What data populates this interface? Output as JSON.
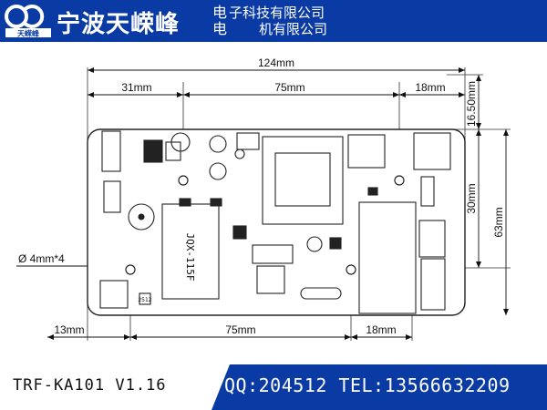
{
  "header": {
    "logo_text": "天嵘峰",
    "company_name": "宁波天嵘峰",
    "dian_1": "电",
    "dian_2": "电",
    "line_1": "子科技有限公司",
    "line_2": "机有限公司"
  },
  "dimensions": {
    "overall_width": "124mm",
    "left_offset": "31mm",
    "hole_spacing_top": "75mm",
    "right_offset_top": "18mm",
    "top_offset": "16.50mm",
    "hole_spacing_vertical": "30mm",
    "overall_height": "63mm",
    "hole_callout": "Ø 4mm*4",
    "bottom_left_offset": "13mm",
    "hole_spacing_bottom": "75mm",
    "right_offset_bottom": "18mm"
  },
  "board_labels": {
    "relay_text": "JQX-115F",
    "chip_label": "2512"
  },
  "colors": {
    "brand_blue": "#0a3aa3",
    "board_line": "#222222"
  },
  "footer": {
    "model": "TRF-KA101 V1.16",
    "contact": "QQ:204512 TEL:13566632209"
  }
}
